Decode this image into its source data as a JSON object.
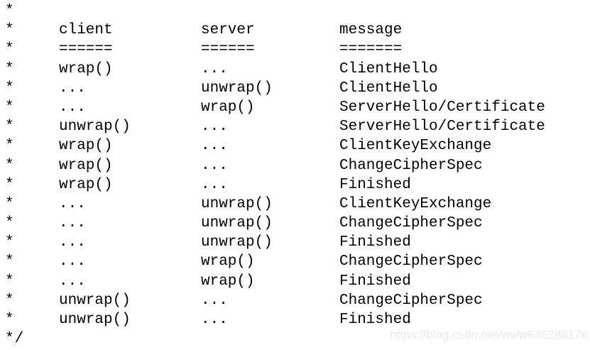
{
  "comment": {
    "asterisk": "*",
    "end_delimiter": "*/",
    "table": {
      "headers": {
        "client": "client",
        "server": "server",
        "message": "message"
      },
      "separators": {
        "client": "======",
        "server": "======",
        "message": "======="
      },
      "rows": [
        {
          "client": "wrap()",
          "server": "...",
          "message": "ClientHello"
        },
        {
          "client": "...",
          "server": "unwrap()",
          "message": "ClientHello"
        },
        {
          "client": "...",
          "server": "wrap()",
          "message": "ServerHello/Certificate"
        },
        {
          "client": "unwrap()",
          "server": "...",
          "message": "ServerHello/Certificate"
        },
        {
          "client": "wrap()",
          "server": "...",
          "message": "ClientKeyExchange"
        },
        {
          "client": "wrap()",
          "server": "...",
          "message": "ChangeCipherSpec"
        },
        {
          "client": "wrap()",
          "server": "...",
          "message": "Finished"
        },
        {
          "client": "...",
          "server": "unwrap()",
          "message": "ClientKeyExchange"
        },
        {
          "client": "...",
          "server": "unwrap()",
          "message": "ChangeCipherSpec"
        },
        {
          "client": "...",
          "server": "unwrap()",
          "message": "Finished"
        },
        {
          "client": "...",
          "server": "wrap()",
          "message": "ChangeCipherSpec"
        },
        {
          "client": "...",
          "server": "wrap()",
          "message": "Finished"
        },
        {
          "client": "unwrap()",
          "server": "...",
          "message": "ChangeCipherSpec"
        },
        {
          "client": "unwrap()",
          "server": "...",
          "message": "Finished"
        }
      ]
    }
  },
  "watermark": {
    "text": "https://blog.csdn.net/www646288178"
  },
  "colors": {
    "text": "#000000",
    "background": "#ffffff",
    "watermark": "#eaeaea"
  }
}
